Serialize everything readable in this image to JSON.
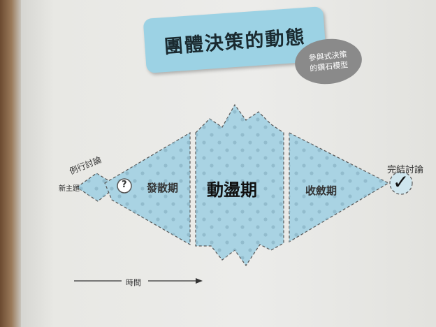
{
  "title": "團體決策的動態",
  "badge": {
    "line1": "參與式決策",
    "line2": "的鑽石模型"
  },
  "diagram": {
    "routine_discussion": "例行討論",
    "new_topic": "新主題",
    "question_mark": "?",
    "divergent_phase": "發散期",
    "groan_zone": "動盪期",
    "convergent_phase": "收斂期",
    "closing_decision": "完結討論",
    "check_mark": "✓",
    "time_label": "時間"
  },
  "colors": {
    "fill": "#a9d3e3",
    "title_bg": "#9cd2e4",
    "badge_bg": "#8a8a8a"
  }
}
